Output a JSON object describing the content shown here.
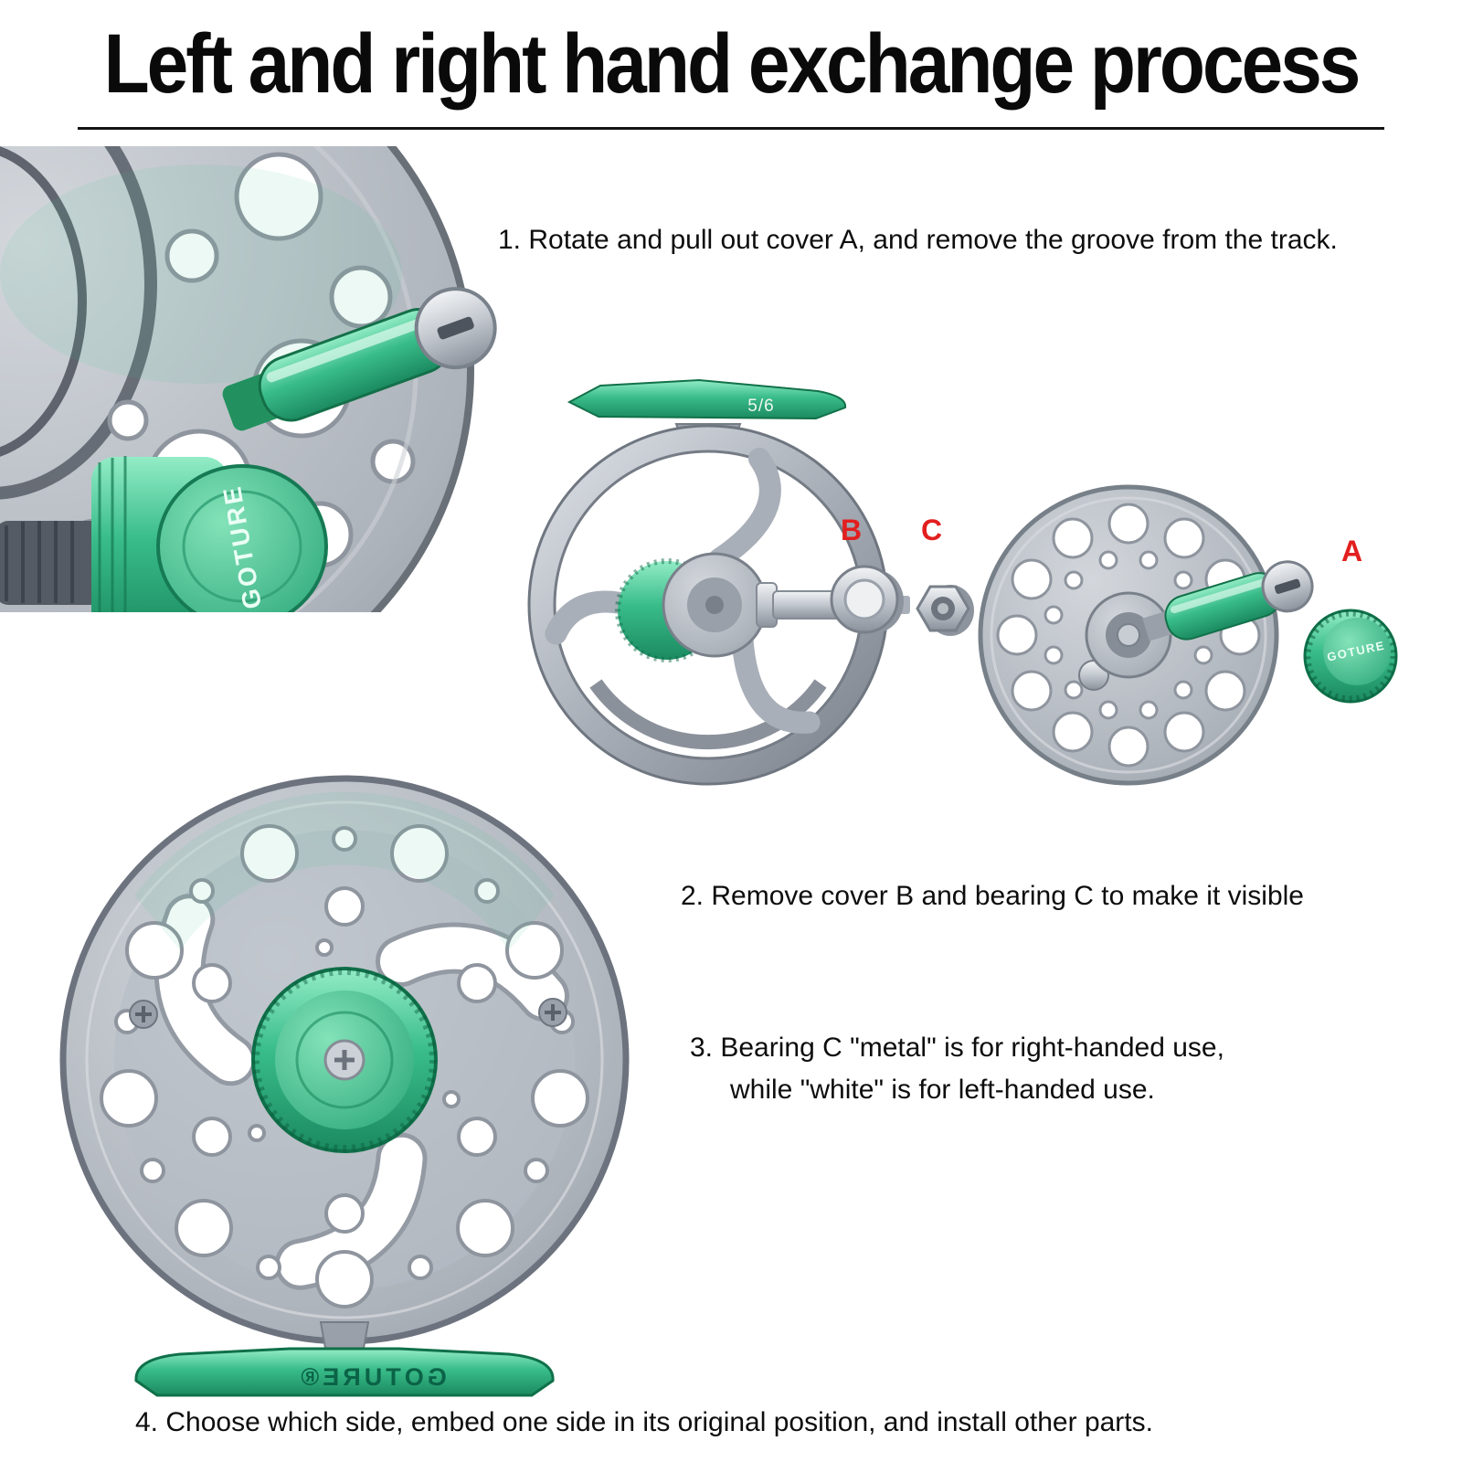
{
  "title": "Left and right hand exchange process",
  "steps": {
    "step1": "1. Rotate and pull out cover A, and remove the groove from the track.",
    "step2": "2. Remove cover B and bearing C to make it visible",
    "step3_line1": "3. Bearing C \"metal\" is for right-handed use,",
    "step3_line2": "while \"white\" is for left-handed use.",
    "step4": "4. Choose which side, embed one side in its original position, and install other parts."
  },
  "part_labels": {
    "a": "A",
    "b": "B",
    "c": "C"
  },
  "markings": {
    "brand": "GOTURE",
    "brand_foot": "GOTURE®",
    "reel_size": "5/6"
  },
  "colors": {
    "accent_green": "#2fae7d",
    "label_red": "#e21f1f",
    "metal_gray": "#aab0b8",
    "text_black": "#111111"
  }
}
